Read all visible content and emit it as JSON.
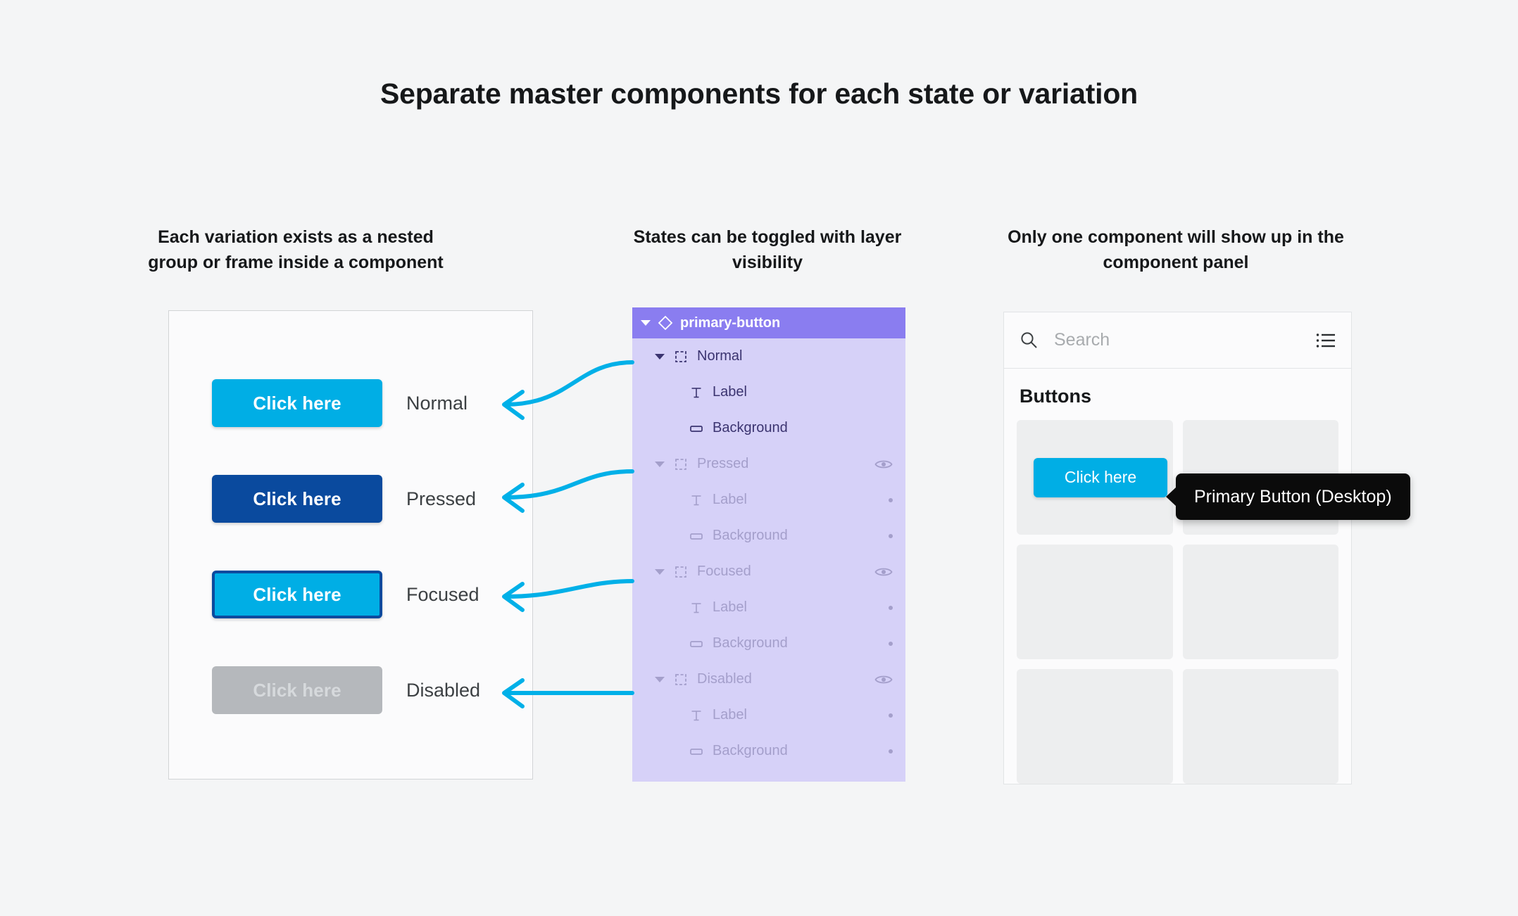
{
  "title": "Separate master components for each state or variation",
  "colors": {
    "accent_blue": "#00AEE5",
    "pressed_blue": "#0A4A9E",
    "disabled_gray": "#B5B8BC",
    "layer_header_purple": "#8A7DF0",
    "layer_body_purple": "#D6D1F8",
    "arrow_cyan": "#00B0E8",
    "tooltip_black": "#0B0B0B",
    "page_bg": "#F4F5F6"
  },
  "columns": {
    "left_caption": "Each variation exists as a nested group or frame inside a component",
    "middle_caption": "States can be toggled with layer visibility",
    "right_caption": "Only one component will show up in the component panel"
  },
  "variations": {
    "button_label": "Click here",
    "rows": [
      {
        "state": "Normal",
        "label": "Normal"
      },
      {
        "state": "Pressed",
        "label": "Pressed"
      },
      {
        "state": "Focused",
        "label": "Focused"
      },
      {
        "state": "Disabled",
        "label": "Disabled"
      }
    ]
  },
  "layers": {
    "header": {
      "name": "primary-button",
      "icon": "component-diamond-icon",
      "caret": "caret-down-icon"
    },
    "rows": [
      {
        "name": "Normal",
        "icon": "frame-icon",
        "indent": 1,
        "dim": false,
        "visibility": "none"
      },
      {
        "name": "Label",
        "icon": "text-icon",
        "indent": 2,
        "dim": false,
        "visibility": "none"
      },
      {
        "name": "Background",
        "icon": "rectangle-icon",
        "indent": 2,
        "dim": false,
        "visibility": "none"
      },
      {
        "name": "Pressed",
        "icon": "frame-icon",
        "indent": 1,
        "dim": true,
        "visibility": "eye"
      },
      {
        "name": "Label",
        "icon": "text-icon",
        "indent": 2,
        "dim": true,
        "visibility": "dot"
      },
      {
        "name": "Background",
        "icon": "rectangle-icon",
        "indent": 2,
        "dim": true,
        "visibility": "dot"
      },
      {
        "name": "Focused",
        "icon": "frame-icon",
        "indent": 1,
        "dim": true,
        "visibility": "eye"
      },
      {
        "name": "Label",
        "icon": "text-icon",
        "indent": 2,
        "dim": true,
        "visibility": "dot"
      },
      {
        "name": "Background",
        "icon": "rectangle-icon",
        "indent": 2,
        "dim": true,
        "visibility": "dot"
      },
      {
        "name": "Disabled",
        "icon": "frame-icon",
        "indent": 1,
        "dim": true,
        "visibility": "eye"
      },
      {
        "name": "Label",
        "icon": "text-icon",
        "indent": 2,
        "dim": true,
        "visibility": "dot"
      },
      {
        "name": "Background",
        "icon": "rectangle-icon",
        "indent": 2,
        "dim": true,
        "visibility": "dot"
      }
    ]
  },
  "component_panel": {
    "search_placeholder": "Search",
    "search_value": "",
    "search_icon": "search-icon",
    "view_toggle_icon": "list-view-icon",
    "section_title": "Buttons",
    "cards": [
      {
        "has_button": true,
        "button_label": "Click here"
      },
      {
        "has_button": false,
        "button_label": ""
      },
      {
        "has_button": false,
        "button_label": ""
      },
      {
        "has_button": false,
        "button_label": ""
      },
      {
        "has_button": false,
        "button_label": ""
      },
      {
        "has_button": false,
        "button_label": ""
      }
    ],
    "tooltip": "Primary Button (Desktop)"
  }
}
